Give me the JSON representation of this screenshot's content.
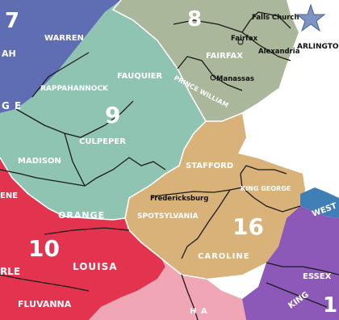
{
  "districts": [
    {
      "id": "d7",
      "label": "7",
      "color": "#5f6db3"
    },
    {
      "id": "d8",
      "label": "8",
      "color": "#aab79a"
    },
    {
      "id": "d9",
      "label": "9",
      "color": "#8fc4b2"
    },
    {
      "id": "d10",
      "label": "10",
      "color": "#e3344f"
    },
    {
      "id": "d16",
      "label": "16",
      "color": "#d9b27a"
    },
    {
      "id": "d11",
      "label": "1",
      "color": "#8c59b8"
    }
  ],
  "counties": {
    "warren": "WARREN",
    "fauquier": "FAUQUIER",
    "rappahannock": "RAPPAHANNOCK",
    "culpeper": "CULPEPER",
    "madison": "MADISON",
    "orange": "ORANGE",
    "spotsylvania": "SPOTSYLVANIA",
    "stafford": "STAFFORD",
    "king_george": "KING GEORGE",
    "caroline": "CAROLINE",
    "louisa": "LOUISA",
    "fluvanna": "FLUVANNA",
    "fairfax": "FAIRFAX",
    "prince_william": "PRINCE WILLIAM",
    "westmoreland": "WEST",
    "essex": "ESSEX",
    "king_and_queen": "KING",
    "greene": "ENE",
    "albemarle": "RLE",
    "page": "G E",
    "shenandoah": "AH",
    "hanover": "H A"
  },
  "cities": {
    "falls_church": "Falls Church",
    "fairfax_city": "Fairfax",
    "alexandria": "Alexandria",
    "manassas": "Manassas",
    "fredericksburg": "Fredericksburg",
    "arlington": "ARLINGTON"
  },
  "markers": {
    "capital_star": "star-icon",
    "star_color": "#7d93c4"
  },
  "map_colors": {
    "pink": "#f0a6b4",
    "blue": "#3f7fb5",
    "background": "#ffffff"
  }
}
